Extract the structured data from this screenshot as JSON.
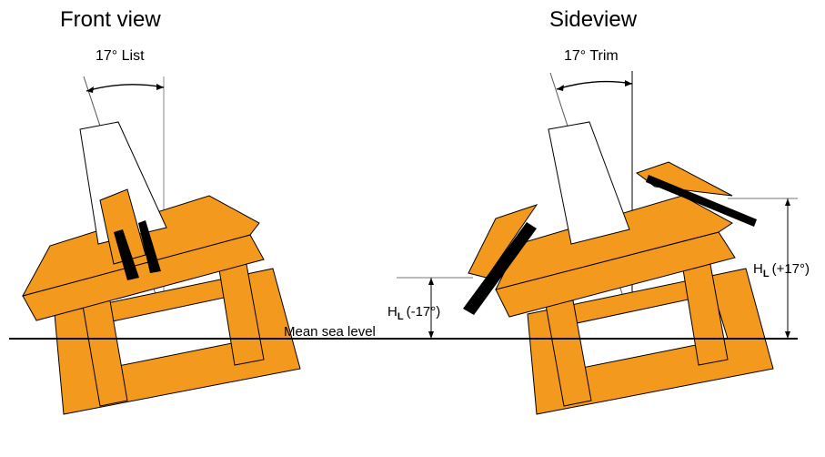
{
  "front": {
    "title": "Front view",
    "angle_label": "17° List"
  },
  "side": {
    "title": "Sideview",
    "angle_label": "17° Trim"
  },
  "sea_level_label": "Mean sea level",
  "hl_negative": {
    "symbol": "H",
    "subscript": "L",
    "angle": "(-17°)"
  },
  "hl_positive": {
    "symbol": "H",
    "subscript": "L",
    "angle": "(+17°)"
  },
  "colors": {
    "structure": "#f39a1e",
    "outline": "#000000",
    "background": "#ffffff"
  }
}
